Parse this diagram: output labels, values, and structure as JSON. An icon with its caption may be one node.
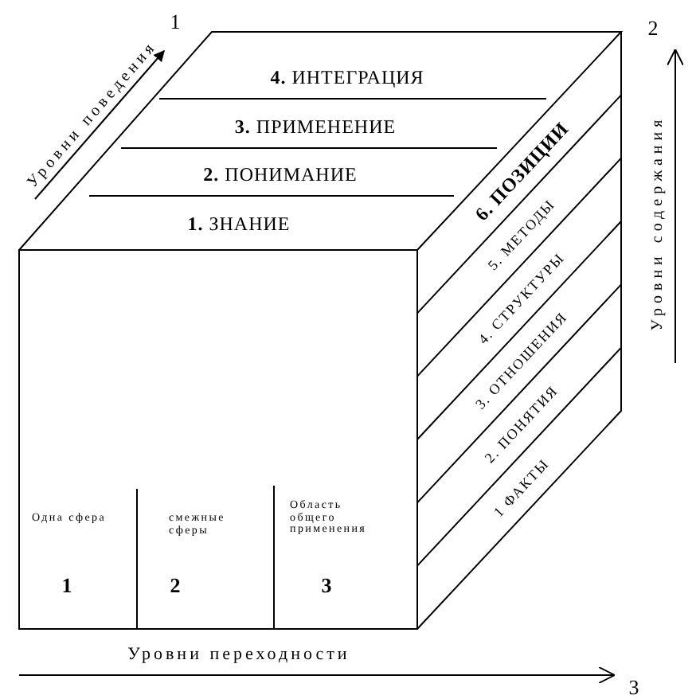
{
  "diagram": {
    "nodes": [
      {
        "text": [
          "**4.** ИНТЕГРАЦИЯ"
        ]
      },
      {
        "text": [
          "**3.** ПРИМЕНЕНИЕ"
        ]
      },
      {
        "text": [
          "**2.** ПОНИМАНИЕ"
        ]
      },
      {
        "text": [
          "**1.** ЗНАНИЕ"
        ]
      },
      {
        "text": [
          "6. ПОЗИЦИИ"
        ]
      },
      {
        "text": [
          "5. МЕТОДЫ"
        ]
      },
      {
        "text": [
          "4. СТРУКТУРЫ"
        ]
      },
      {
        "text": [
          "3. ОТНОШЕНИЯ"
        ]
      },
      {
        "text": [
          "2. ПОНЯТИЯ"
        ]
      },
      {
        "text": [
          "1 ФАКТЫ"
        ]
      },
      {
        "text": [
          "Одна сфера",
          "1"
        ]
      },
      {
        "text": [
          "смежные сферы",
          "2"
        ]
      },
      {
        "text": [
          "Область общего применения",
          "3"
        ]
      }
    ],
    "labels": [
      "1",
      "Уровни поведения",
      "2",
      "Уровни содержания",
      "Уровни переходности",
      "3"
    ]
  }
}
